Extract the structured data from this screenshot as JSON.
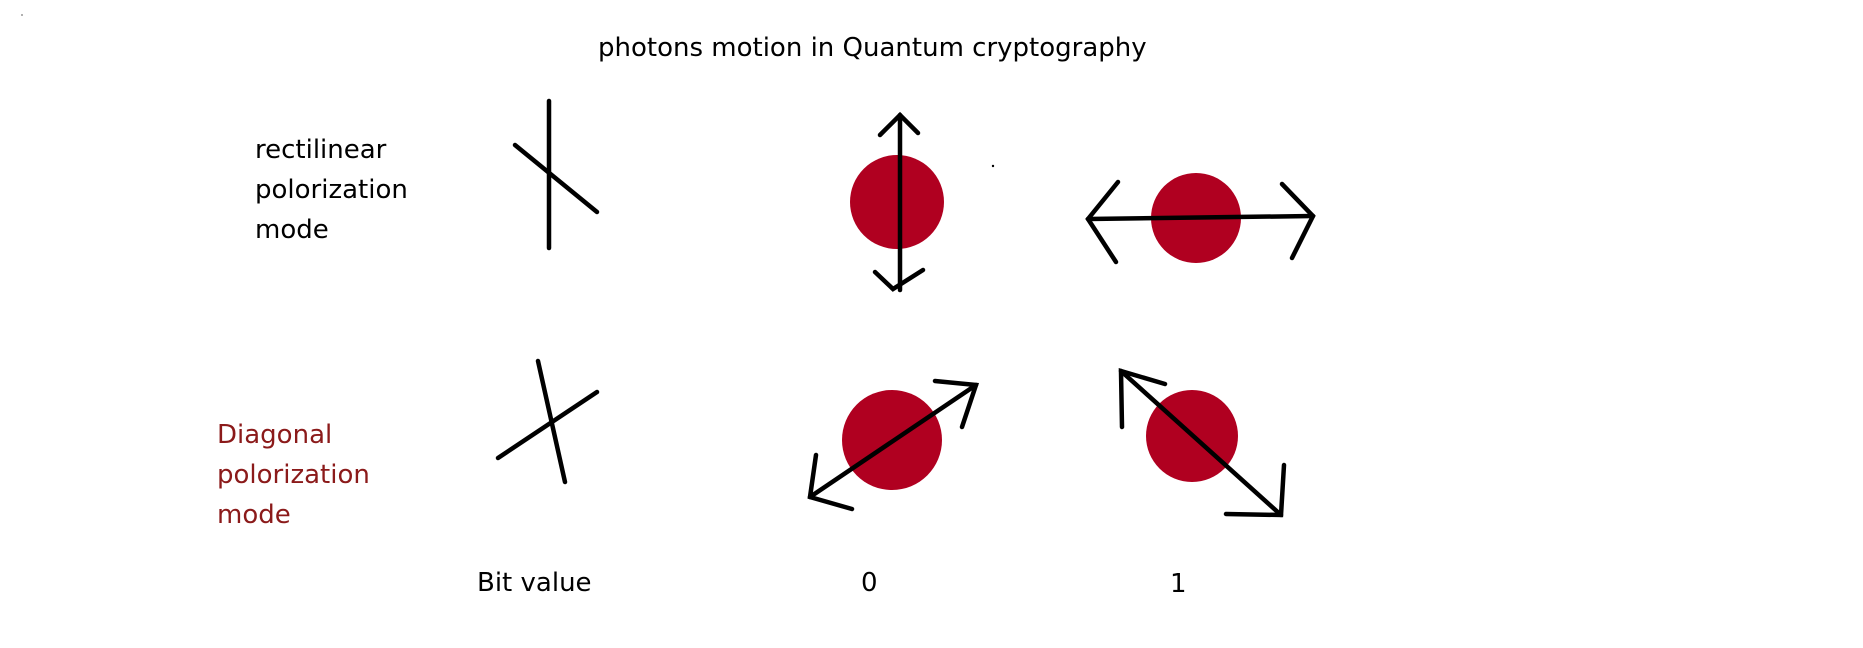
{
  "title": "photons motion in Quantum cryptography",
  "rows": {
    "rectilinear": {
      "label_lines": [
        "rectilinear",
        "polorization",
        "mode"
      ]
    },
    "diagonal": {
      "label_lines": [
        "Diagonal",
        "polorization",
        "mode"
      ]
    }
  },
  "columns": {
    "basis_label": "Bit value",
    "bit0_label": "0",
    "bit1_label": "1"
  },
  "colors": {
    "photon": "#b00020",
    "diagonal_label": "#8b1a1a",
    "stroke": "#000000"
  }
}
